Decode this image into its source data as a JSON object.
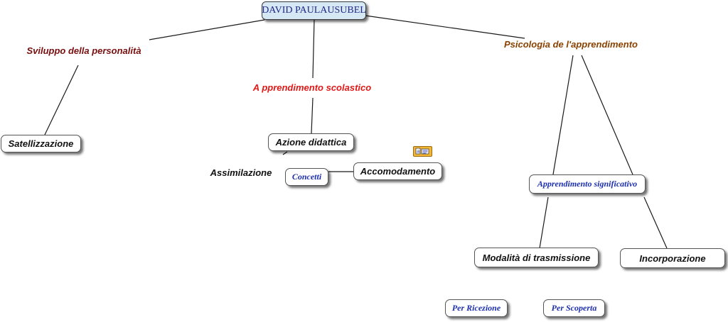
{
  "concept_map": {
    "root": "DAVID PAULAUSUBEL",
    "nodes": {
      "sviluppo": "Sviluppo della personalità",
      "apprendimento_scolastico": "A pprendimento scolastico",
      "psicologia": "Psicologia de l'apprendimento",
      "satellizzazione": "Satellizzazione",
      "azione_didattica": "Azione didattica",
      "assimilazione": "Assimilazione",
      "concetti": "Concetti",
      "accomodamento": "Accomodamento",
      "apprendimento_significativo": "Apprendimento significativo",
      "modalita": "Modalità di trasmissione",
      "incorporazione": "Incorporazione",
      "per_ricezione": "Per Ricezione",
      "per_scoperta": "Per Scoperta"
    },
    "colors": {
      "root_fill": "#d6e8f4",
      "dark_red": "#7a0e0e",
      "red": "#e01818",
      "brown": "#8a4200",
      "blue": "#1c2fb0",
      "resource_icon": "#f2b632"
    },
    "icons": [
      "document-resource-icon"
    ]
  }
}
